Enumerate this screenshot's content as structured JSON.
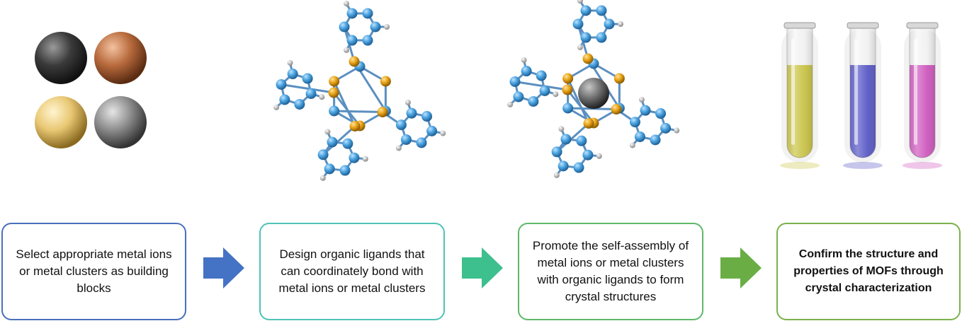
{
  "steps": [
    {
      "text": "Select appropriate metal ions or metal clusters as building blocks",
      "border": "#4a6fbd"
    },
    {
      "text": "Design organic ligands that can coordinately bond with metal ions or metal clusters",
      "border": "#4fc3b7"
    },
    {
      "text": "Promote the self-assembly of metal ions or metal clusters with organic ligands to form crystal structures",
      "border": "#5fb86a"
    },
    {
      "text": "Confirm the structure and properties of MOFs through crystal characterization",
      "border": "#7bb24c"
    }
  ],
  "arrows": [
    {
      "color": "#4472c4"
    },
    {
      "color": "#3dbf8e"
    },
    {
      "color": "#6aad45"
    }
  ],
  "metal_balls": [
    {
      "name": "black-metal",
      "color": "#3a3a3a"
    },
    {
      "name": "copper-metal",
      "color": "#b86a3c"
    },
    {
      "name": "gold-metal",
      "color": "#e9c874"
    },
    {
      "name": "silver-metal",
      "color": "#8d8d8d"
    }
  ],
  "test_tubes": [
    {
      "name": "yellow-solution",
      "color": "#b8b000"
    },
    {
      "name": "blue-solution",
      "color": "#1a1ab5"
    },
    {
      "name": "magenta-solution",
      "color": "#c01aa8"
    }
  ],
  "atom_colors": {
    "carbon": "#4aa3e0",
    "nitrogen": "#e8a317",
    "hydrogen": "#cfcfcf",
    "metal": "#6b6b6b"
  }
}
